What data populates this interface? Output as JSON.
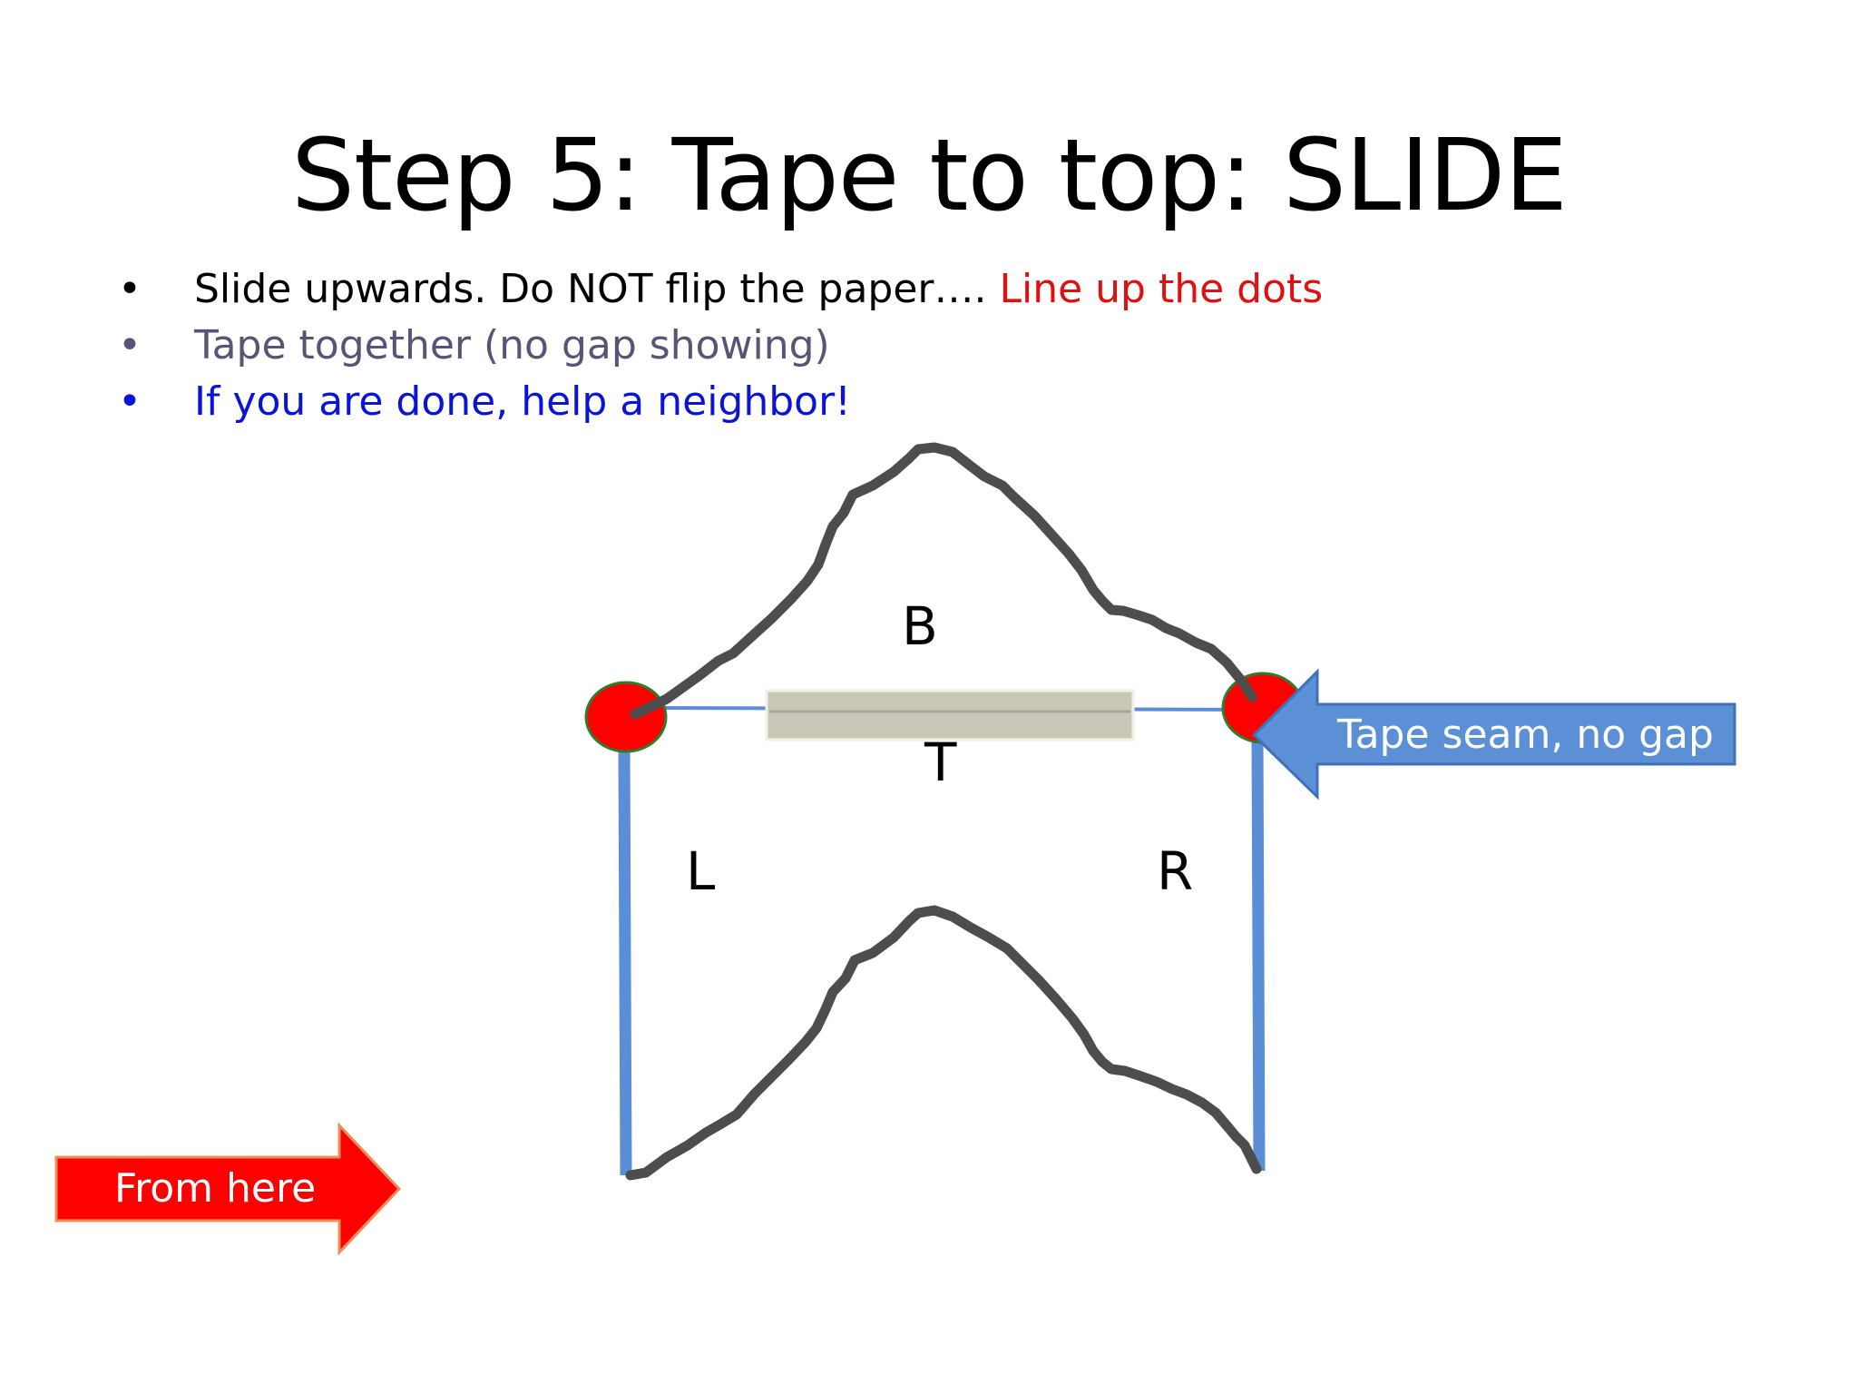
{
  "slide": {
    "title": "Step 5: Tape to top:  SLIDE",
    "bullets": [
      {
        "text": "Slide upwards.  Do NOT flip the paper…. ",
        "accent": "Line up the dots",
        "color": "#000000",
        "accent_color": "#e01010"
      },
      {
        "text": "Tape together (no gap showing)",
        "color": "#5a5378"
      },
      {
        "text": "If you are done, help a neighbor!",
        "color": "#0a13d9"
      }
    ],
    "bullet_glyph": "•"
  },
  "diagram": {
    "labels": {
      "top_piece": "B",
      "seam_piece": "T",
      "left_piece": "L",
      "right_piece": "R"
    },
    "tape_seam_arrow": {
      "label": "Tape seam, no gap",
      "color": "#5b8fd6"
    },
    "from_here_arrow": {
      "label": "From here",
      "color": "#ff0000"
    },
    "dot_color": "#ff0000",
    "edge_color": "#5a8ed6",
    "outline_color": "#4d4d4d"
  }
}
